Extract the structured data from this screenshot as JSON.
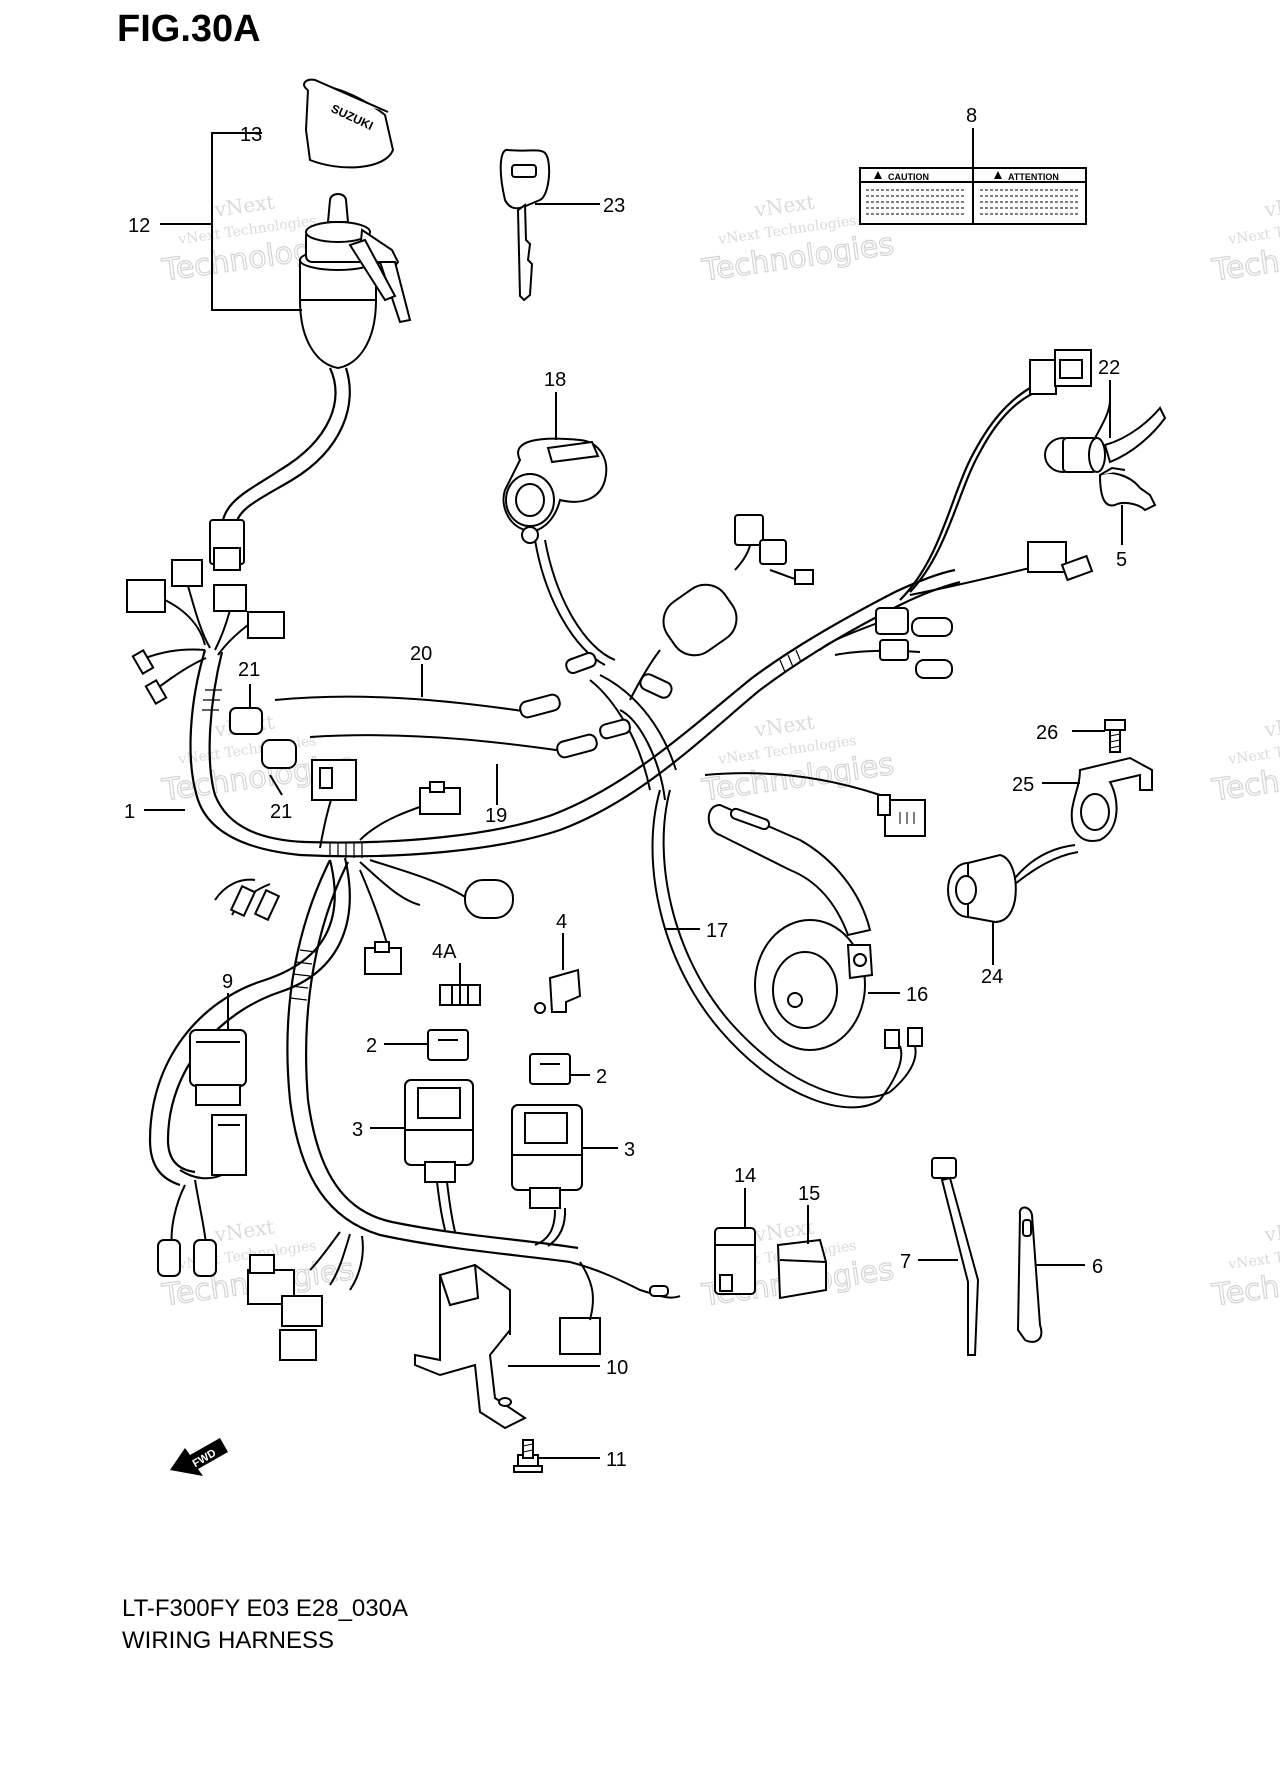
{
  "figure": {
    "title": "FIG.30A",
    "model_code": "LT-F300FY E03 E28_030A",
    "name": "WIRING HARNESS"
  },
  "callouts": [
    {
      "id": "1",
      "label": "1"
    },
    {
      "id": "2a",
      "label": "2"
    },
    {
      "id": "2b",
      "label": "2"
    },
    {
      "id": "3a",
      "label": "3"
    },
    {
      "id": "3b",
      "label": "3"
    },
    {
      "id": "4",
      "label": "4"
    },
    {
      "id": "4A",
      "label": "4A"
    },
    {
      "id": "5",
      "label": "5"
    },
    {
      "id": "6",
      "label": "6"
    },
    {
      "id": "7",
      "label": "7"
    },
    {
      "id": "8",
      "label": "8"
    },
    {
      "id": "9",
      "label": "9"
    },
    {
      "id": "10",
      "label": "10"
    },
    {
      "id": "11",
      "label": "11"
    },
    {
      "id": "12",
      "label": "12"
    },
    {
      "id": "13",
      "label": "13"
    },
    {
      "id": "14",
      "label": "14"
    },
    {
      "id": "15",
      "label": "15"
    },
    {
      "id": "16",
      "label": "16"
    },
    {
      "id": "17",
      "label": "17"
    },
    {
      "id": "18",
      "label": "18"
    },
    {
      "id": "19",
      "label": "19"
    },
    {
      "id": "20",
      "label": "20"
    },
    {
      "id": "21a",
      "label": "21"
    },
    {
      "id": "21b",
      "label": "21"
    },
    {
      "id": "22",
      "label": "22"
    },
    {
      "id": "23",
      "label": "23"
    },
    {
      "id": "24",
      "label": "24"
    },
    {
      "id": "25",
      "label": "25"
    },
    {
      "id": "26",
      "label": "26"
    }
  ],
  "parts_text": {
    "key_cap_brand": "SUZUKI",
    "label_caution": "CAUTION",
    "label_attention": "ATTENTION",
    "fwd_arrow": "FWD"
  },
  "watermark": {
    "line1": "vNext",
    "line2": "vNext Technologies",
    "line3": "Technologies"
  }
}
